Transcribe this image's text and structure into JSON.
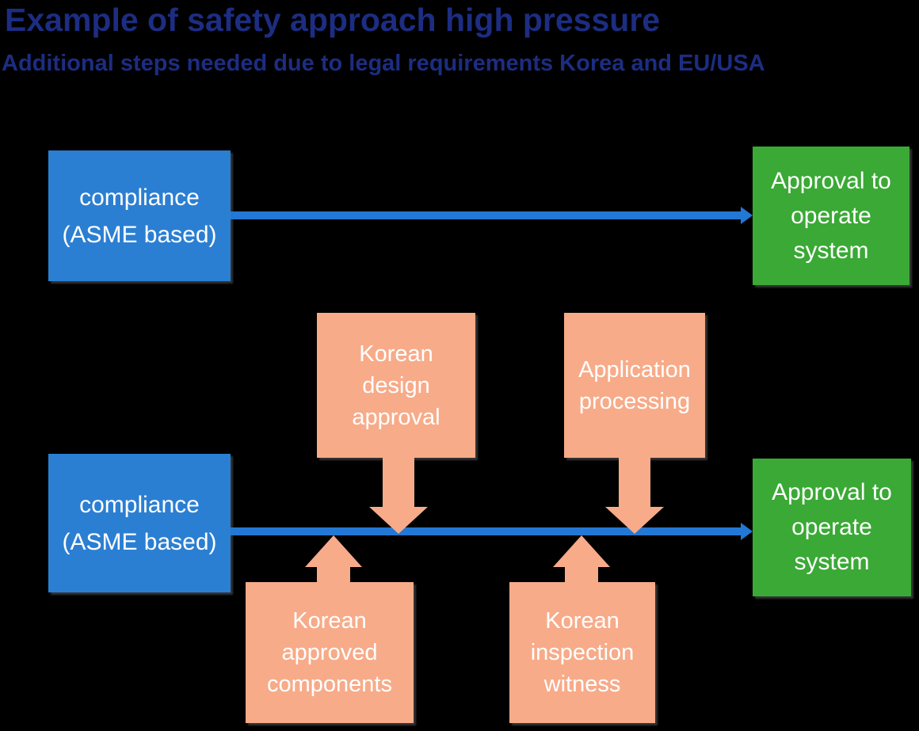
{
  "title": "Example of safety approach high pressure",
  "subtitle": "Additional steps needed due to legal requirements Korea and EU/USA",
  "colors": {
    "background": "#000000",
    "title_text": "#1C2D82",
    "process_blue": "#2B7FD2",
    "arrow_blue": "#2278D4",
    "approval_green": "#3AA935",
    "korean_step_salmon": "#F7AB89",
    "box_text": "#FFFFFF"
  },
  "boxes": {
    "compliance_top": "compliance\n(ASME based)",
    "approval_top": "Approval to\noperate\nsystem",
    "korean_design_approval": "Korean\ndesign\napproval",
    "application_processing": "Application\nprocessing",
    "compliance_bottom": "compliance\n(ASME based)",
    "approval_bottom": "Approval to\noperate\nsystem",
    "korean_approved_components": "Korean\napproved\ncomponents",
    "korean_inspection_witness": "Korean\ninspection\nwitness"
  }
}
